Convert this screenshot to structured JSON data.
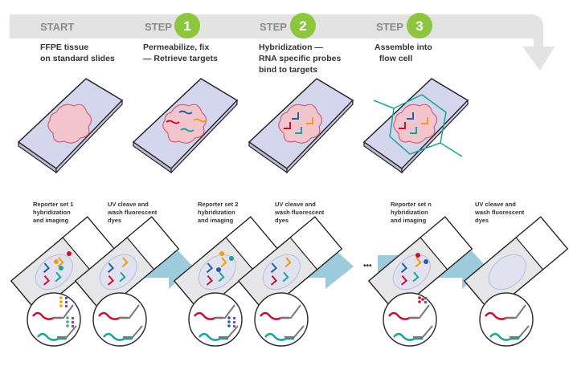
{
  "banner": {
    "start": "START",
    "step_word": "STEP",
    "steps": [
      "1",
      "2",
      "3"
    ]
  },
  "descriptions": [
    [
      "FFPE tissue",
      "on standard slides"
    ],
    [
      "Permeabilize, fix",
      "— Retrieve targets"
    ],
    [
      "Hybridization —",
      "RNA specific probes",
      "bind to targets"
    ],
    [
      "Assemble into",
      "  flow cell"
    ]
  ],
  "cycle_labels": [
    [
      "Reporter set 1",
      "hybridization",
      "and imaging"
    ],
    [
      "UV cleave and",
      "wash fluorescent",
      "dyes"
    ],
    [
      "Reporter set 2",
      "hybridization",
      "and imaging"
    ],
    [
      "UV cleave and",
      "wash fluorescent",
      "dyes"
    ],
    [
      "Reporter set n",
      "hybridization",
      "and imaging"
    ],
    [
      "UV cleave and",
      "wash fluorescent",
      "dyes"
    ]
  ],
  "ellipsis": "•••",
  "colors": {
    "banner": "#e3e3e3",
    "step_green": "#8cc63f",
    "flow_arrow": "#9ccbdb",
    "slide": "#d4d6ee",
    "tissue": "#f2c4cc",
    "red": "#c8102e",
    "teal": "#1aa39a",
    "blue": "#1f5fa8",
    "orange": "#f39c12"
  }
}
